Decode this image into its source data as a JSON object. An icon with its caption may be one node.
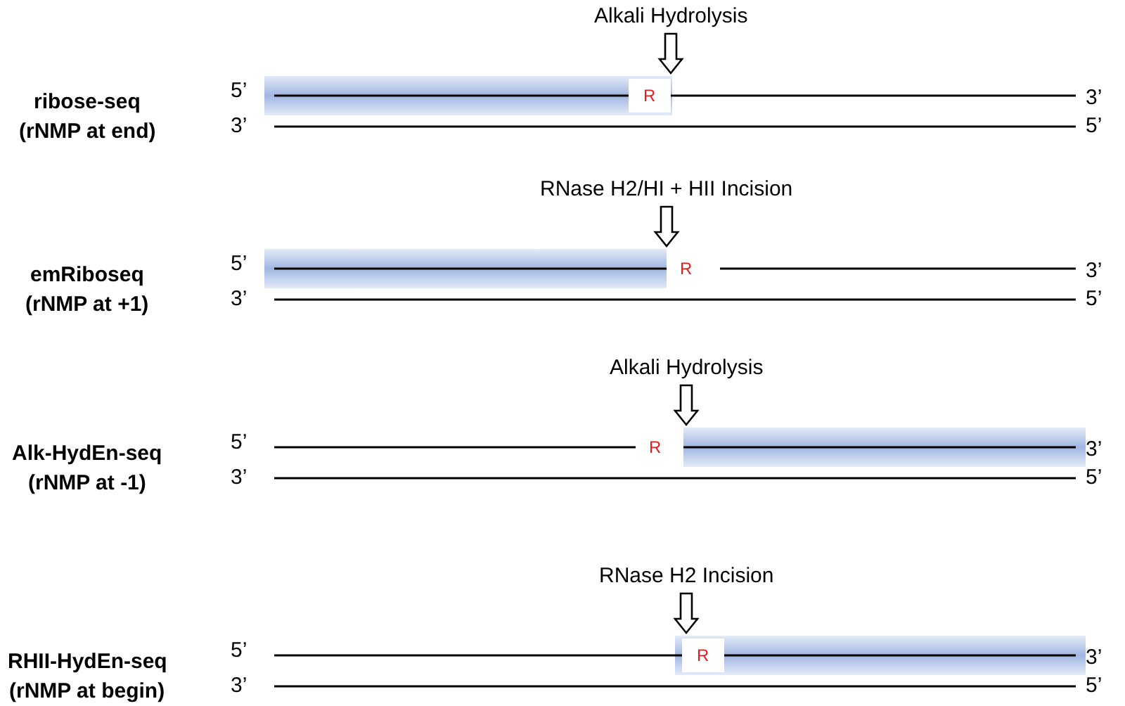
{
  "diagram": {
    "labels": [
      "Alkali Hydrolysis",
      "ribose-seq",
      "(rNMP at end)",
      "5’",
      "3’",
      "R",
      "3’",
      "5’",
      "RNase H2/HI + HII Incision",
      "emRiboseq",
      "(rNMP at +1)",
      "5’",
      "3’",
      "R",
      "3’",
      "5’",
      "Alkali Hydrolysis",
      "Alk-HydEn-seq",
      "(rNMP at -1)",
      "5’",
      "3’",
      "R",
      "3’",
      "5’",
      "RNase H2 Incision",
      "RHII-HydEn-seq",
      "(rNMP at begin)",
      "5’",
      "3’",
      "R",
      "3’",
      "5’"
    ]
  }
}
